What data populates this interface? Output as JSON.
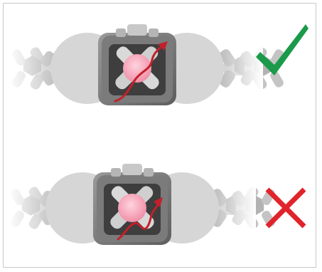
{
  "diagram": {
    "panels": [
      {
        "id": "top",
        "result": "correct",
        "mark_icon": "checkmark-icon"
      },
      {
        "id": "bottom",
        "result": "incorrect",
        "mark_icon": "cross-icon"
      }
    ]
  },
  "colors": {
    "check": "#1a9a4a",
    "cross": "#e0242b",
    "arrow": "#c3202a",
    "sphere": "#f2a8b8",
    "block_dark": "#6e6e6e",
    "block_light": "#8a8a8a",
    "links": "#b9b9b9",
    "lobes": "#d7d7d7",
    "frame": "#c9c9c9"
  }
}
